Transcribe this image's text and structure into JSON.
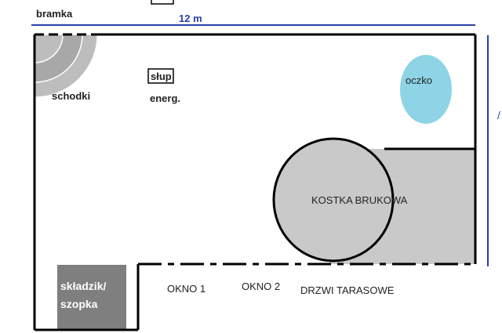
{
  "labels": {
    "gate": "bramka",
    "width": "12 m",
    "stairs": "schodki",
    "pole_line1": "słup",
    "pole_line2": "energ.",
    "pond": "oczko",
    "paving": "KOSTKA BRUKOWA",
    "shed_line1": "składzik/",
    "shed_line2": "szopka",
    "window1": "OKNO 1",
    "window2": "OKNO 2",
    "terrace_door": "DRZWI TARASOWE"
  },
  "colors": {
    "wall": "#000000",
    "dimension": "#2a3ea8",
    "gray_fill": "#c9c9c9",
    "stairs_fill": "#bdbdbd",
    "shed_fill": "#7f7f7f",
    "pond_fill": "#8ed4e6"
  }
}
